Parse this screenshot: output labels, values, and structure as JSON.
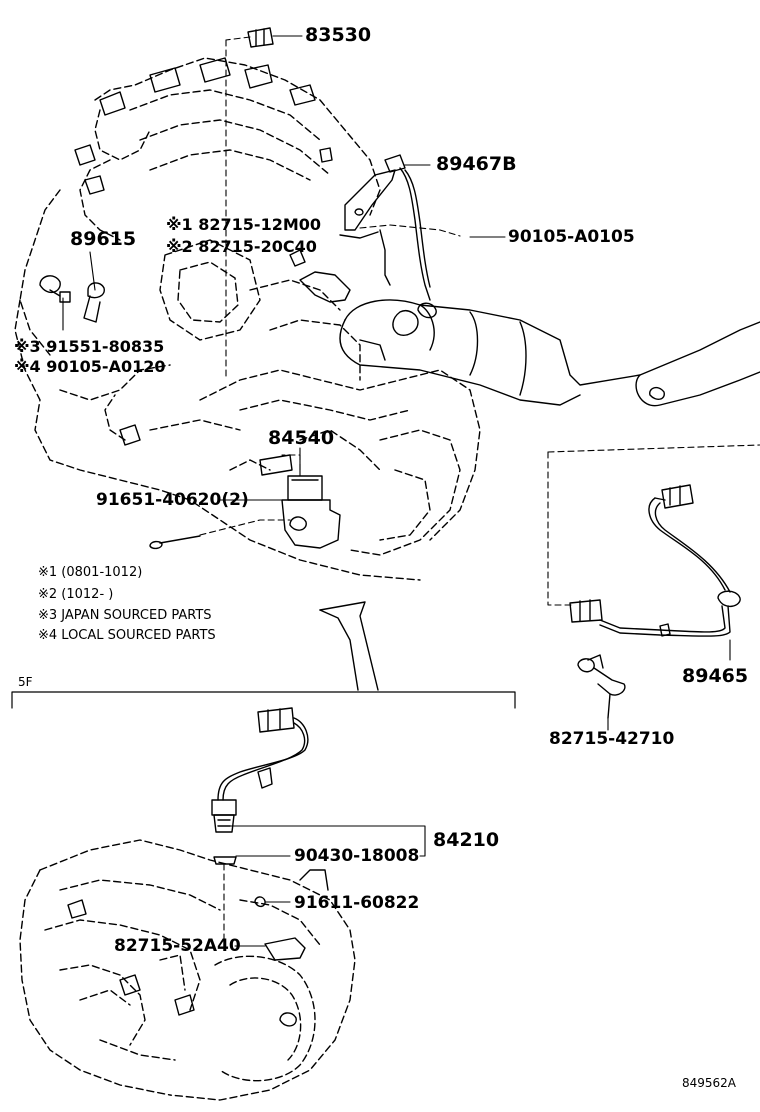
{
  "diagram": {
    "parts": {
      "p83530": "83530",
      "p89467b": "89467B",
      "p82715_12m00": "※1 82715-12M00",
      "p82715_20c40": "※2 82715-20C40",
      "p90105_a0105": "90105-A0105",
      "p89615": "89615",
      "p91551_80835": "※3 91551-80835",
      "p90105_a0120": "※4 90105-A0120",
      "p84540": "84540",
      "p91651_40620": "91651-40620(2)",
      "p89465": "89465",
      "p82715_42710": "82715-42710",
      "p84210": "84210",
      "p90430_18008": "90430-18008",
      "p91611_60822": "91611-60822",
      "p82715_52a40": "82715-52A40"
    },
    "notes": [
      "※1 (0801-1012)",
      "※2 (1012-      )",
      "※3 JAPAN SOURCED PARTS",
      "※4 LOCAL SOURCED PARTS"
    ],
    "section_label": "5F",
    "figure_id": "849562A"
  }
}
